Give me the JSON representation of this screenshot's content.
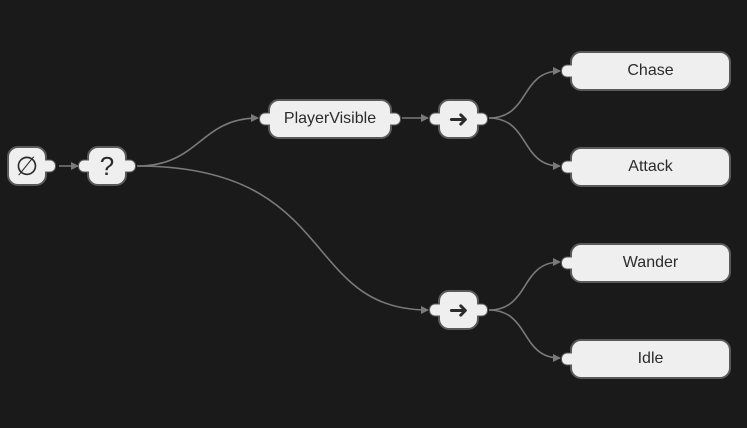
{
  "graph": {
    "root": {
      "symbol": "∅",
      "icon": "empty-set-icon"
    },
    "selector": {
      "symbol": "?",
      "icon": "question-mark-icon"
    },
    "condition": {
      "label": "PlayerVisible"
    },
    "sequence_top": {
      "symbol": "➜",
      "icon": "arrow-right-icon"
    },
    "sequence_bottom": {
      "symbol": "➜",
      "icon": "arrow-right-icon"
    },
    "actions": {
      "chase": "Chase",
      "attack": "Attack",
      "wander": "Wander",
      "idle": "Idle"
    }
  },
  "colors": {
    "background": "#1a1a1a",
    "node_fill": "#efefef",
    "node_border": "#5a5a5a",
    "edge": "#7a7a7a",
    "text": "#2b2b2b"
  }
}
